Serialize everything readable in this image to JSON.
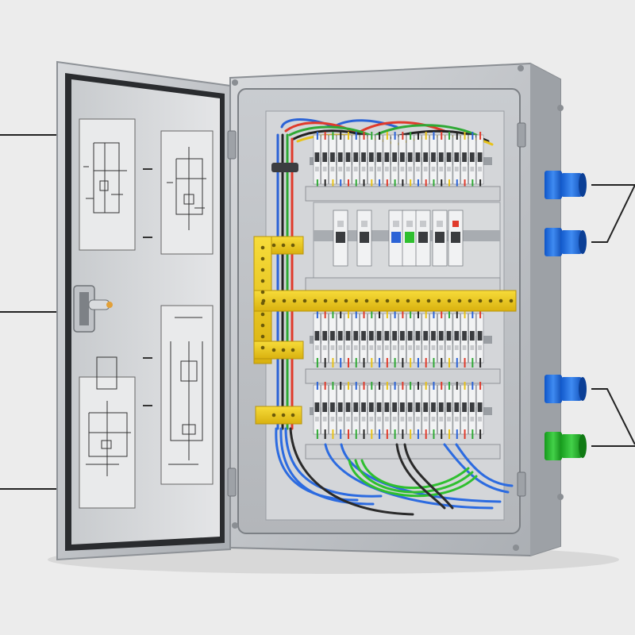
{
  "scene": {
    "background": "#ececec",
    "cabinet_color": "#b9bcc0",
    "busbar_color": "#f2cf1c",
    "gland_colors": [
      "#1e6fe0",
      "#1e6fe0",
      "#1e6fe0",
      "#22b327"
    ],
    "breaker_rows": [
      {
        "modules": 22
      },
      {
        "modules": 22
      },
      {
        "modules": 22
      }
    ],
    "middle_row_devices": 7
  }
}
